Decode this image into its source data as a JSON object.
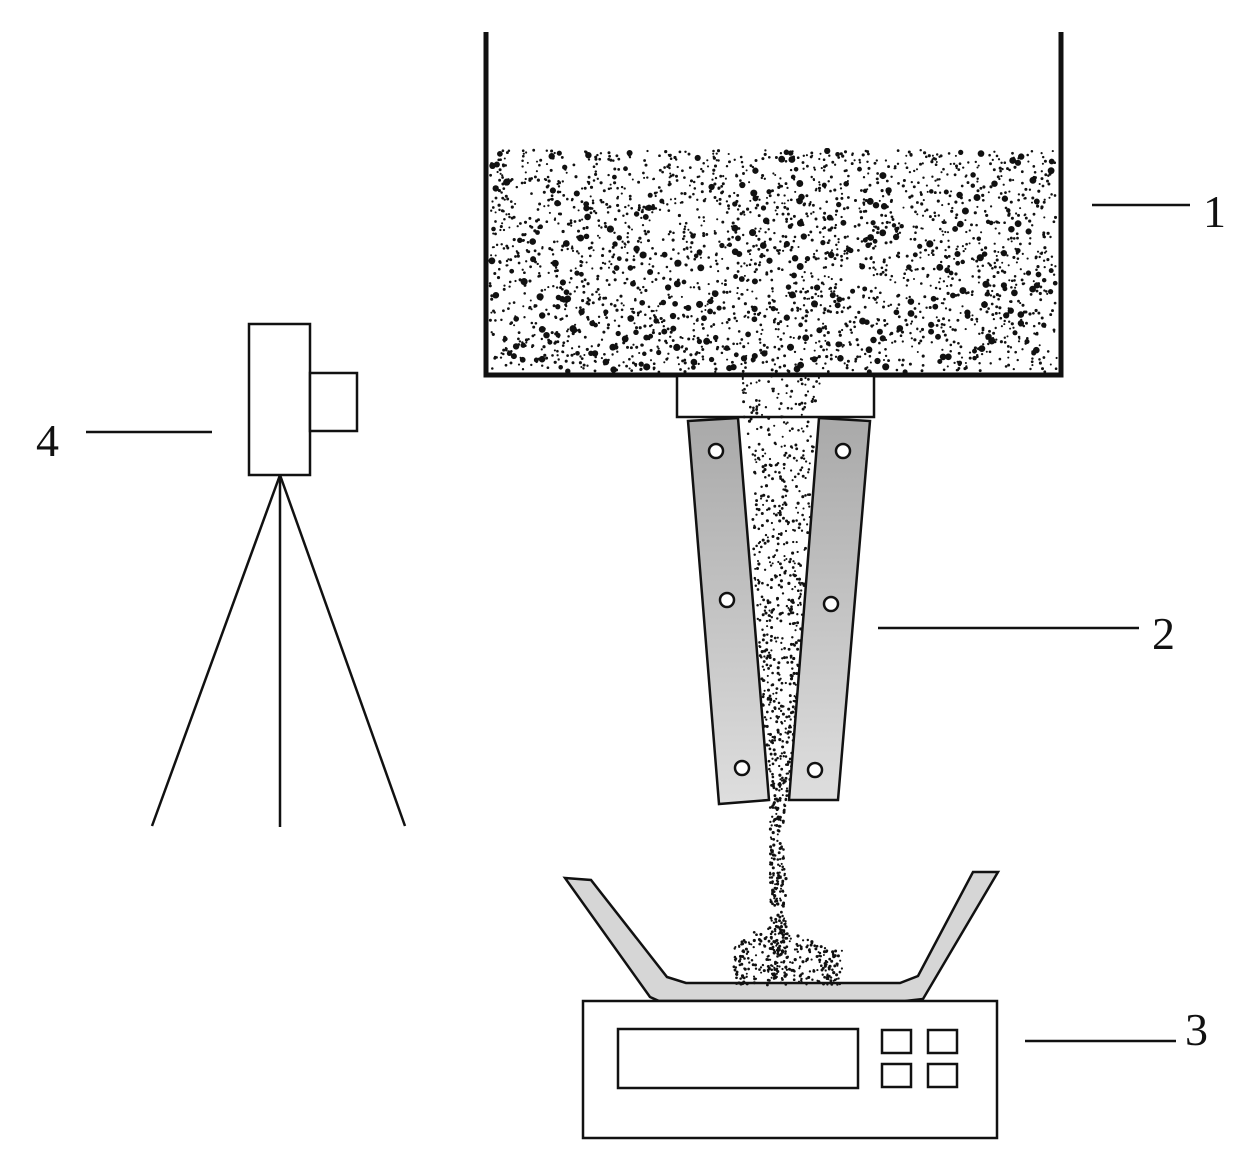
{
  "labels": {
    "hopper": "1",
    "funnel": "2",
    "scale": "3",
    "camera": "4"
  },
  "colors": {
    "ink": "#111111",
    "plate": "#b9b9b9",
    "plate_light": "#dcdcdc",
    "paper": "#ffffff"
  }
}
